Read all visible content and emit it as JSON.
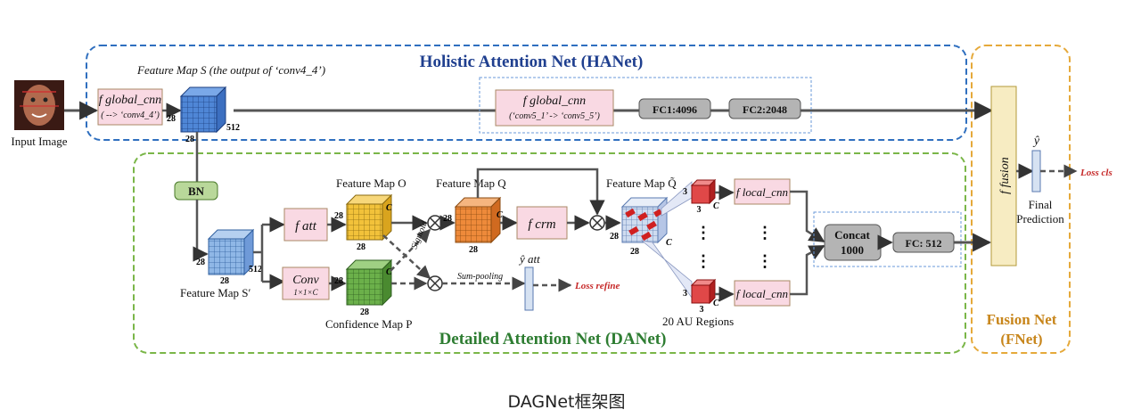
{
  "title_hanet": "Holistic Attention Net (HANet)",
  "title_danet": "Detailed Attention Net (DANet)",
  "title_fnet_1": "Fusion Net",
  "title_fnet_2": "(FNet)",
  "input_label": "Input Image",
  "feature_map_s_label": "Feature Map S (the output of ‘conv4_4’)",
  "global_cnn_1_name": "f global_cnn",
  "global_cnn_1_sub": "( --> ‘conv4_4’)",
  "global_cnn_2_name": "f global_cnn",
  "global_cnn_2_sub": "(‘conv5_1’ -> ‘conv5_5’)",
  "fc1": "FC1:4096",
  "fc2": "FC2:2048",
  "bn": "BN",
  "feature_map_s_prime": "Feature Map S′",
  "feature_map_o": "Feature Map O",
  "feature_map_q": "Feature Map Q",
  "feature_map_q_tilde": "Feature Map Q̃",
  "confidence_map_p": "Confidence Map P",
  "f_att": "f att",
  "conv_name": "Conv",
  "conv_sub": "1×1×C",
  "f_crm": "f crm",
  "sigmoid": "Sigmoid",
  "sum_pooling": "Sum-pooling",
  "y_att": "ŷ att",
  "loss_refine": "Loss refine",
  "au_regions": "20 AU Regions",
  "f_local_cnn_1": "f local_cnn",
  "f_local_cnn_2": "f local_cnn",
  "concat_1": "Concat",
  "concat_2": "1000",
  "fc512": "FC: 512",
  "f_fusion": "f fusion",
  "y_hat": "ŷ",
  "final_prediction_1": "Final",
  "final_prediction_2": "Prediction",
  "loss_cls": "Loss cls",
  "dim_28": "28",
  "dim_512": "512",
  "dim_c": "C",
  "dim_3": "3",
  "dots": "⋮",
  "caption": "DAGNet框架图",
  "colors": {
    "hanet_border": "#2f6fbf",
    "danet_border": "#7ab648",
    "fnet_border": "#e5a93a",
    "hanet_title": "#1f3f8f",
    "danet_title": "#2e7d32",
    "fnet_title": "#c8861c",
    "loss_red": "#c62828",
    "pink_box": "#f9d9e3",
    "gray_box": "#b4b4b4",
    "cube_blue": "#4f86d6",
    "cube_light_blue": "#8fb7e6",
    "cube_yellow": "#f2c23a",
    "cube_green": "#6bb04a",
    "cube_orange": "#ee8a3a",
    "fusion_bar": "#f7ecc2"
  }
}
